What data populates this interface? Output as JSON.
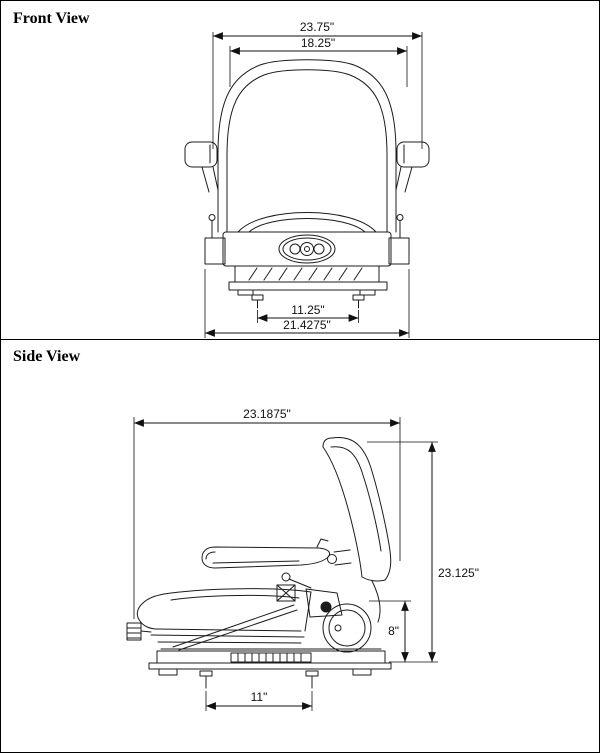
{
  "page": {
    "background": "#ffffff",
    "line_color": "#1c1c1c",
    "border_color": "#000000"
  },
  "front_view": {
    "title": "Front View",
    "dimensions": {
      "overall_width": "23.75\"",
      "backrest_width": "18.25\"",
      "bolt_spacing": "11.25\"",
      "base_width": "21.4275\""
    }
  },
  "side_view": {
    "title": "Side View",
    "dimensions": {
      "overall_depth": "23.1875\"",
      "overall_height": "23.125\"",
      "base_height": "8\"",
      "bolt_spacing": "11\""
    }
  }
}
